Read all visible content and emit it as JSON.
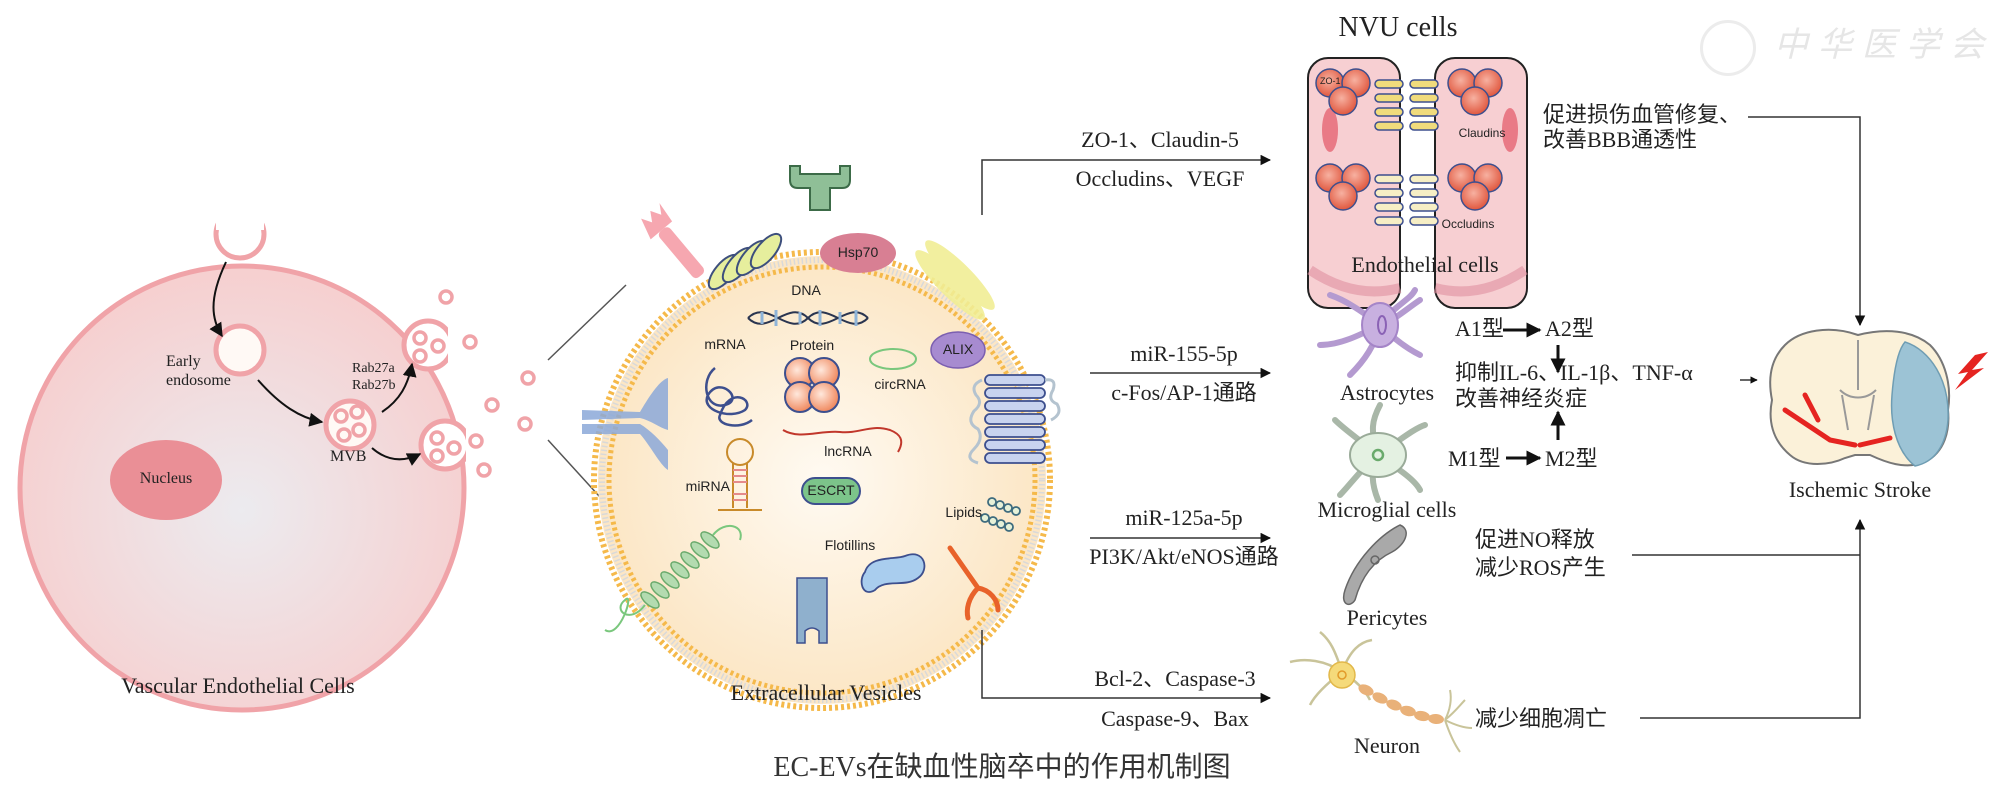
{
  "figure": {
    "caption": "EC-EVs在缺血性脑卒中的作用机制图",
    "watermark": "中华医学会",
    "colors": {
      "cell_fill": "#f7d3d3",
      "cell_border": "#f0a3a8",
      "nucleus": "#ea8f96",
      "vesicle_fill": "#fdf0dc",
      "vesicle_membrane": "#f5b94a",
      "arrow": "#111111",
      "stroke_red": "#e52421",
      "infarct_blue": "#9cc3d5"
    }
  },
  "endothelial_cell": {
    "title": "Vascular Endothelial Cells",
    "early_endosome_line1": "Early",
    "early_endosome_line2": "endosome",
    "rab_line1": "Rab27a",
    "rab_line2": "Rab27b",
    "mvb": "MVB",
    "nucleus": "Nucleus"
  },
  "extracellular_vesicle": {
    "title": "Extracellular Vesicles",
    "hsp70": "Hsp70",
    "dna": "DNA",
    "mrna": "mRNA",
    "protein": "Protein",
    "circrna": "circRNA",
    "alix": "ALIX",
    "lncrna": "lncRNA",
    "mirna": "miRNA",
    "escrt": "ESCRT",
    "lipids": "Lipids",
    "flotillins": "Flotillins"
  },
  "pathways": [
    {
      "above": "ZO-1、Claudin-5",
      "below": "Occludins、VEGF"
    },
    {
      "above": "miR-155-5p",
      "below": "c-Fos/AP-1通路"
    },
    {
      "above": "miR-125a-5p",
      "below": "PI3K/Akt/eNOS通路"
    },
    {
      "above": "Bcl-2、Caspase-3",
      "below": "Caspase-9、Bax"
    }
  ],
  "targets": {
    "nvu_title": "NVU cells",
    "claudins": "Claudins",
    "occludins": "Occludins",
    "zo1": "ZO-1",
    "endothelial": "Endothelial cells",
    "astrocytes": "Astrocytes",
    "microglia": "Microglial cells",
    "pericytes": "Pericytes",
    "neuron": "Neuron"
  },
  "effects": {
    "vascular_line1": "促进损伤血管修复、",
    "vascular_line2": "改善BBB通透性",
    "a1": "A1型",
    "a2": "A2型",
    "m1": "M1型",
    "m2": "M2型",
    "inflam_line1": "抑制IL-6、IL-1β、TNF-α",
    "inflam_line2": "改善神经炎症",
    "no_line1": "促进NO释放",
    "no_line2": "减少ROS产生",
    "apoptosis": "减少细胞凋亡"
  },
  "outcome": {
    "label": "Ischemic Stroke"
  }
}
